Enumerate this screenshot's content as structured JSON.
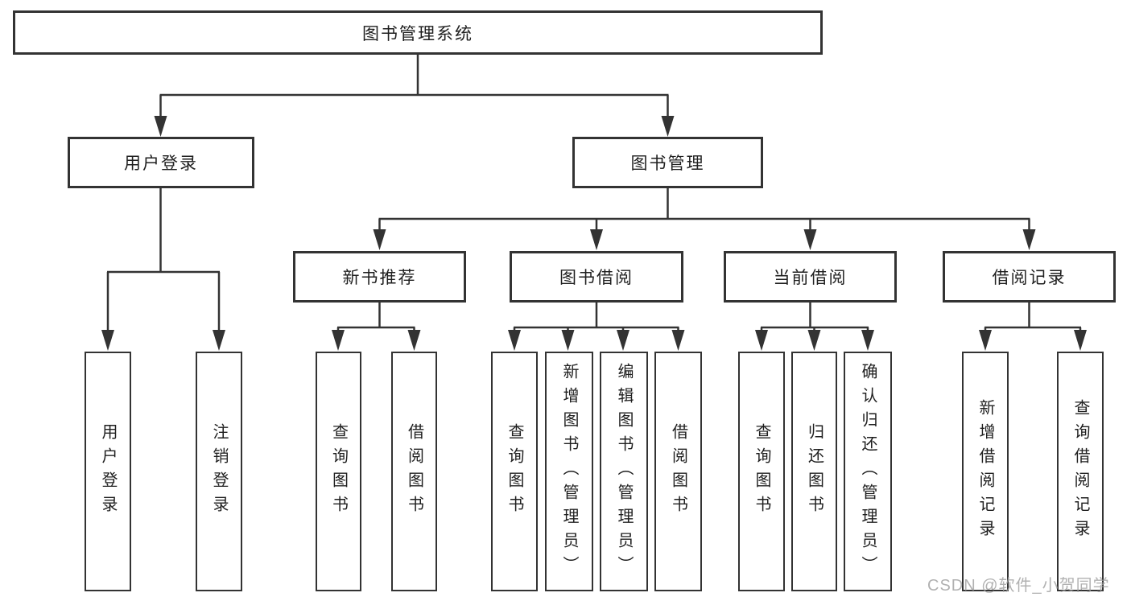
{
  "diagram": {
    "root": {
      "label": "图书管理系统"
    },
    "branches": [
      {
        "label": "用户登录",
        "children": [
          {
            "label": "用户登录"
          },
          {
            "label": "注销登录"
          }
        ]
      },
      {
        "label": "图书管理",
        "children": [
          {
            "label": "新书推荐",
            "children": [
              {
                "label": "查询图书"
              },
              {
                "label": "借阅图书"
              }
            ]
          },
          {
            "label": "图书借阅",
            "children": [
              {
                "label": "查询图书"
              },
              {
                "label": "新增图书（管理员）"
              },
              {
                "label": "编辑图书（管理员）"
              },
              {
                "label": "借阅图书"
              }
            ]
          },
          {
            "label": "当前借阅",
            "children": [
              {
                "label": "查询图书"
              },
              {
                "label": "归还图书"
              },
              {
                "label": "确认归还（管理员）"
              }
            ]
          },
          {
            "label": "借阅记录",
            "children": [
              {
                "label": "新增借阅记录"
              },
              {
                "label": "查询借阅记录"
              }
            ]
          }
        ]
      }
    ],
    "watermark": "CSDN @软件_小贺同学",
    "colors": {
      "line": "#333333",
      "box_border": "#333333",
      "box_fill": "#ffffff",
      "text": "#1f1f1f",
      "watermark": "#9e9e9e",
      "background": "#ffffff"
    }
  }
}
